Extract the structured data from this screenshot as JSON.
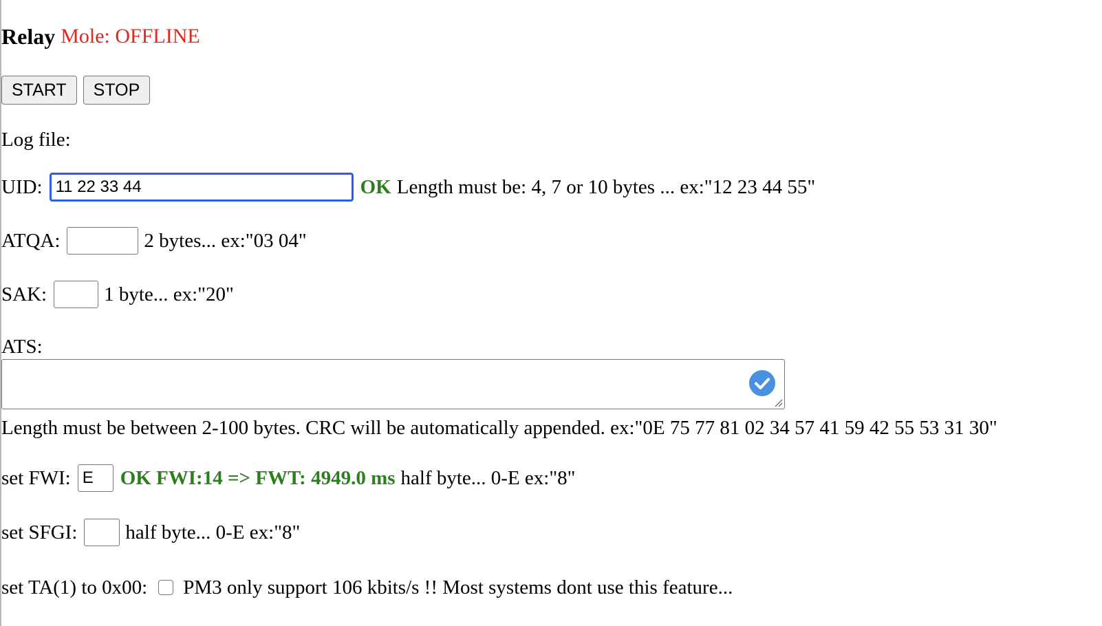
{
  "header": {
    "title": "Relay",
    "mole_status": "Mole: OFFLINE",
    "mole_status_color": "#e0281f"
  },
  "controls": {
    "start_label": "START",
    "stop_label": "STOP"
  },
  "log_file": {
    "label": "Log file:"
  },
  "uid": {
    "label": "UID:",
    "value": "11 22 33 44",
    "ok": "OK",
    "hint": "Length must be: 4, 7 or 10 bytes ... ex:\"12 23 44 55\""
  },
  "atqa": {
    "label": "ATQA:",
    "value": "",
    "hint": "2 bytes... ex:\"03 04\""
  },
  "sak": {
    "label": "SAK:",
    "value": "",
    "hint": "1 byte... ex:\"20\""
  },
  "ats": {
    "label": "ATS:",
    "value": "",
    "hint": "Length must be between 2-100 bytes. CRC will be automatically appended. ex:\"0E 75 77 81 02 34 57 41 59 42 55 53 31 30\""
  },
  "fwi": {
    "label": "set FWI:",
    "value": "E",
    "ok": "OK FWI:14 => FWT: 4949.0 ms",
    "hint": "half byte... 0-E ex:\"8\""
  },
  "sfgi": {
    "label": "set SFGI:",
    "value": "",
    "hint": "half byte... 0-E ex:\"8\""
  },
  "ta1": {
    "label": "set TA(1) to 0x00:",
    "checked": false,
    "hint": "PM3 only support 106 kbits/s !! Most systems dont use this feature..."
  },
  "colors": {
    "ok_green": "#2e7d1f",
    "focus_blue": "#2b5fd9",
    "check_badge_blue": "#4a90e2"
  },
  "icons": {
    "ats_badge": "check-circle-icon",
    "resize": "resize-grip-icon"
  }
}
